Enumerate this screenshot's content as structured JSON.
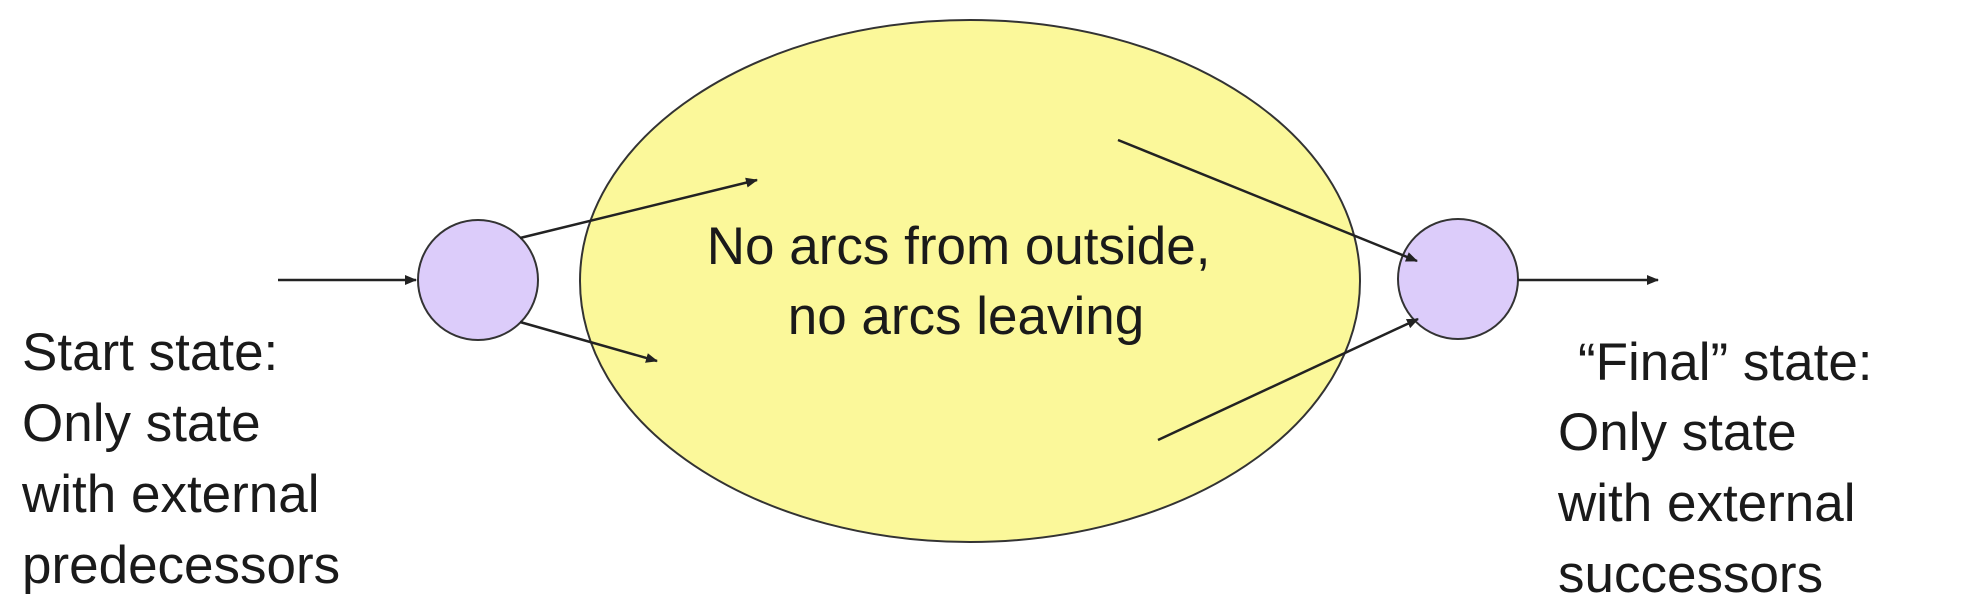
{
  "center_region": {
    "fill": "#fbf89a",
    "lines": [
      "No arcs from outside,",
      "no arcs leaving"
    ]
  },
  "start_state": {
    "fill": "#dcccfa",
    "lines": [
      "Start state:",
      "Only state",
      "with external",
      "predecessors"
    ]
  },
  "final_state": {
    "fill": "#dcccfa",
    "lines": [
      "“Final” state:",
      "Only state",
      "with external",
      "successors"
    ]
  }
}
